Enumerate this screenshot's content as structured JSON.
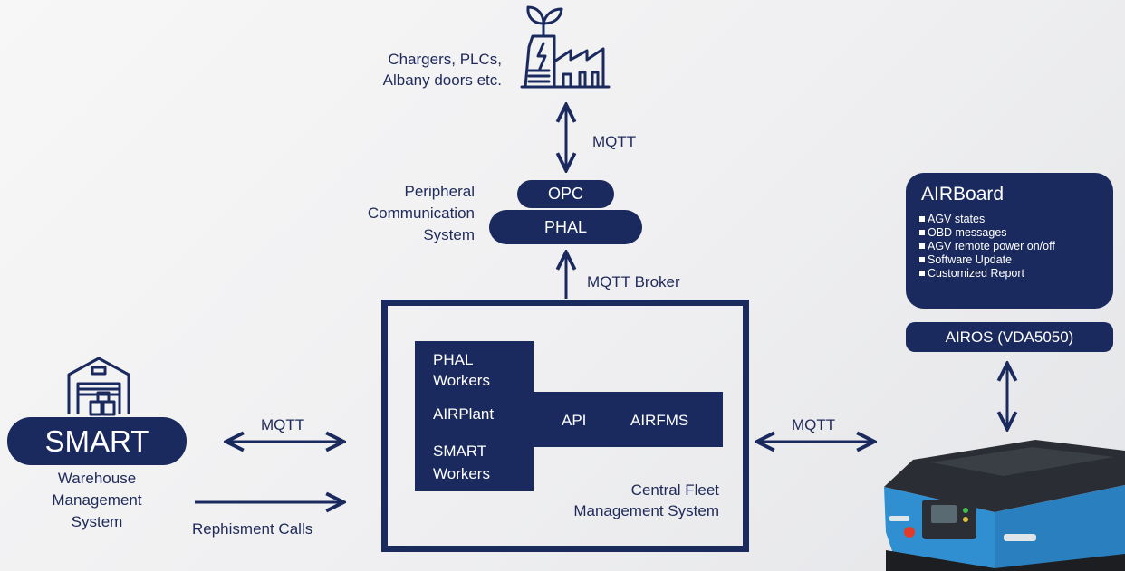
{
  "peripherals": {
    "label_line1": "Chargers, PLCs,",
    "label_line2": "Albany doors etc.",
    "icon": "factory-icon"
  },
  "links": {
    "mqtt_top": "MQTT",
    "mqtt_broker": "MQTT Broker",
    "mqtt_left": "MQTT",
    "mqtt_right": "MQTT",
    "replenishment": "Rephisment Calls"
  },
  "pcs": {
    "label_line1": "Peripheral",
    "label_line2": "Communication",
    "label_line3": "System",
    "opc": "OPC",
    "phal": "PHAL"
  },
  "cfms": {
    "label_line1": "Central Fleet",
    "label_line2": "Management System",
    "phal_workers_l1": "PHAL",
    "phal_workers_l2": "Workers",
    "airplant": "AIRPlant",
    "smart_workers_l1": "SMART",
    "smart_workers_l2": "Workers",
    "api": "API",
    "airfms": "AIRFMS"
  },
  "wms": {
    "name": "SMART",
    "label_line1": "Warehouse",
    "label_line2": "Management",
    "label_line3": "System",
    "icon": "warehouse-icon"
  },
  "airboard": {
    "title": "AIRBoard",
    "items": [
      "AGV states",
      "OBD messages",
      "AGV remote power on/off",
      "Software Update",
      "Customized Report"
    ]
  },
  "airos": {
    "label": "AIROS (VDA5050)"
  },
  "agv": {
    "icon": "agv-robot-icon"
  },
  "colors": {
    "navy": "#1b2a5e",
    "agv_blue": "#2f8fd0",
    "background": "#f0f0f2"
  }
}
